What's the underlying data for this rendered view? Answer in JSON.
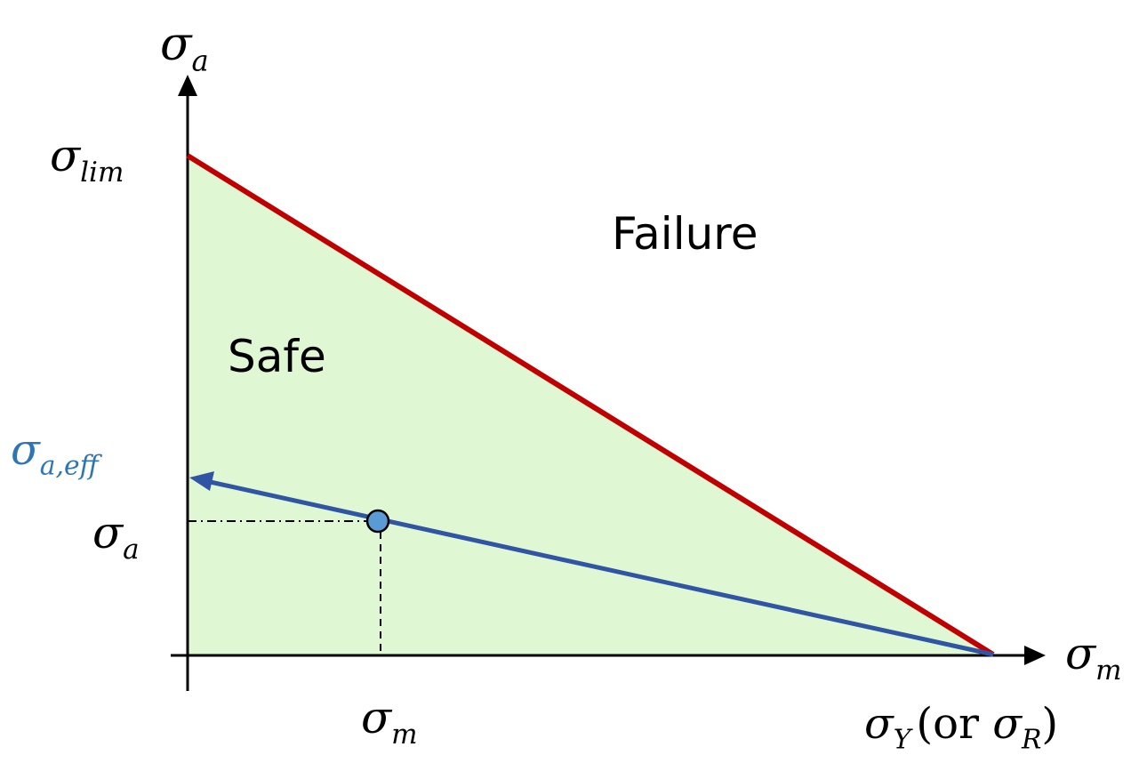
{
  "colors": {
    "safe_fill": "#dff7d2",
    "failure_line": "#c00000",
    "load_line": "#2f55a4",
    "point_fill": "#5b9bd5",
    "effective_label": "#2e75b6"
  },
  "axes": {
    "y_symbol": "σ",
    "y_sub": "a",
    "x_symbol": "σ",
    "x_sub": "m"
  },
  "ticks": {
    "y_lim_symbol": "σ",
    "y_lim_sub": "lim",
    "y_eff_symbol": "σ",
    "y_eff_sub": "a,eff",
    "y_a_symbol": "σ",
    "y_a_sub": "a",
    "x_m_symbol": "σ",
    "x_m_sub": "m",
    "x_end_symbol": "σ",
    "x_end_sub": "Y",
    "x_end_open": "(or ",
    "x_end_alt_symbol": "σ",
    "x_end_alt_sub": "R",
    "x_end_close": ")"
  },
  "regions": {
    "failure": "Failure",
    "safe": "Safe"
  }
}
